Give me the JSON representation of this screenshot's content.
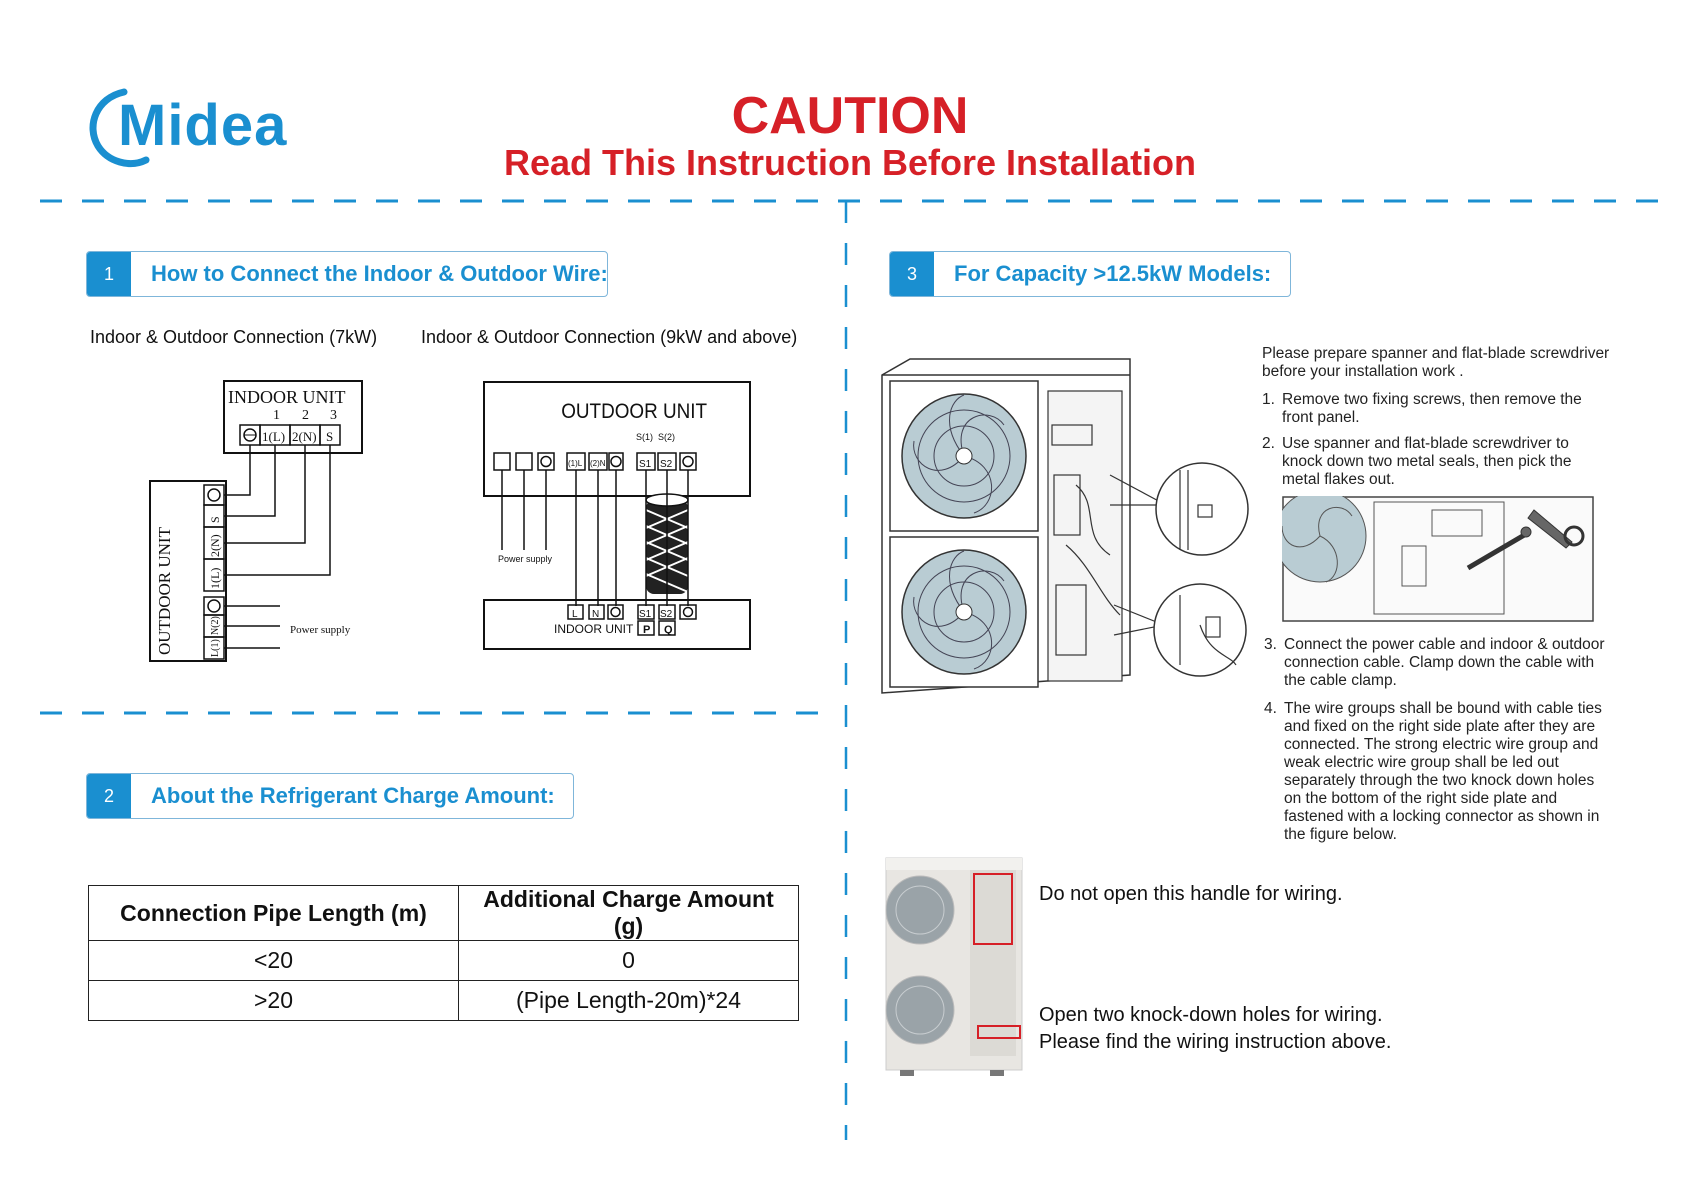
{
  "header": {
    "logo_text": "Midea",
    "title": "CAUTION",
    "subtitle": "Read This Instruction Before Installation"
  },
  "colors": {
    "brand_blue": "#1a8fd0",
    "caution_red": "#d62027",
    "dash_blue": "#1a8fd0"
  },
  "section1": {
    "number": "1",
    "heading": "How to Connect the Indoor & Outdoor Wire:",
    "caption_left": "Indoor & Outdoor Connection (7kW)",
    "caption_right": "Indoor & Outdoor Connection (9kW and above)",
    "diagram_7kw": {
      "indoor_unit": "INDOOR UNIT",
      "indoor_nums": [
        "1",
        "2",
        "3"
      ],
      "indoor_terms": [
        "1(L)",
        "2(N)",
        "S"
      ],
      "outdoor_unit": "OUTDOOR UNIT",
      "outdoor_terms": [
        "S",
        "2(N)",
        "1(L)"
      ],
      "power_terms": [
        "N(2)",
        "L(1)"
      ],
      "power_supply": "Power supply"
    },
    "diagram_9kw": {
      "outdoor_unit": "OUTDOOR UNIT",
      "top_labels": [
        "S(1)",
        "S(2)"
      ],
      "outdoor_terms": [
        "(1)L",
        "(2)N",
        "S1",
        "S2"
      ],
      "power_supply": "Power supply",
      "indoor_terms": [
        "L",
        "N",
        "S1",
        "S2"
      ],
      "indoor_unit": "INDOOR UNIT",
      "indoor_sub": [
        "P",
        "Q"
      ]
    }
  },
  "section2": {
    "number": "2",
    "heading": "About the Refrigerant Charge Amount:",
    "table": {
      "headers": [
        "Connection Pipe Length (m)",
        "Additional Charge Amount (g)"
      ],
      "rows": [
        [
          "<20",
          "0"
        ],
        [
          ">20",
          "(Pipe Length-20m)*24"
        ]
      ]
    }
  },
  "section3": {
    "number": "3",
    "heading": "For Capacity >12.5kW Models:",
    "intro": "Please prepare spanner and flat-blade screwdriver before your installation work .",
    "steps": [
      {
        "n": "1.",
        "text": "Remove two fixing screws, then remove the front panel."
      },
      {
        "n": "2.",
        "text": "Use spanner and flat-blade screwdriver to knock down two metal seals, then pick the metal flakes out."
      },
      {
        "n": "3.",
        "text": "Connect the power cable and indoor & outdoor connection cable. Clamp down the cable with the cable clamp."
      },
      {
        "n": "4.",
        "text": "The wire groups shall be bound with cable ties and fixed on the right side plate after they are connected. The strong electric wire group and weak electric wire group shall be led out separately through the two knock down holes on the bottom of the right side plate and fastened with a locking connector as shown in the figure below."
      }
    ],
    "note_handle": "Do not open this handle for wiring.",
    "note_holes_1": "Open two knock-down holes for wiring.",
    "note_holes_2": "Please find the wiring instruction above."
  }
}
